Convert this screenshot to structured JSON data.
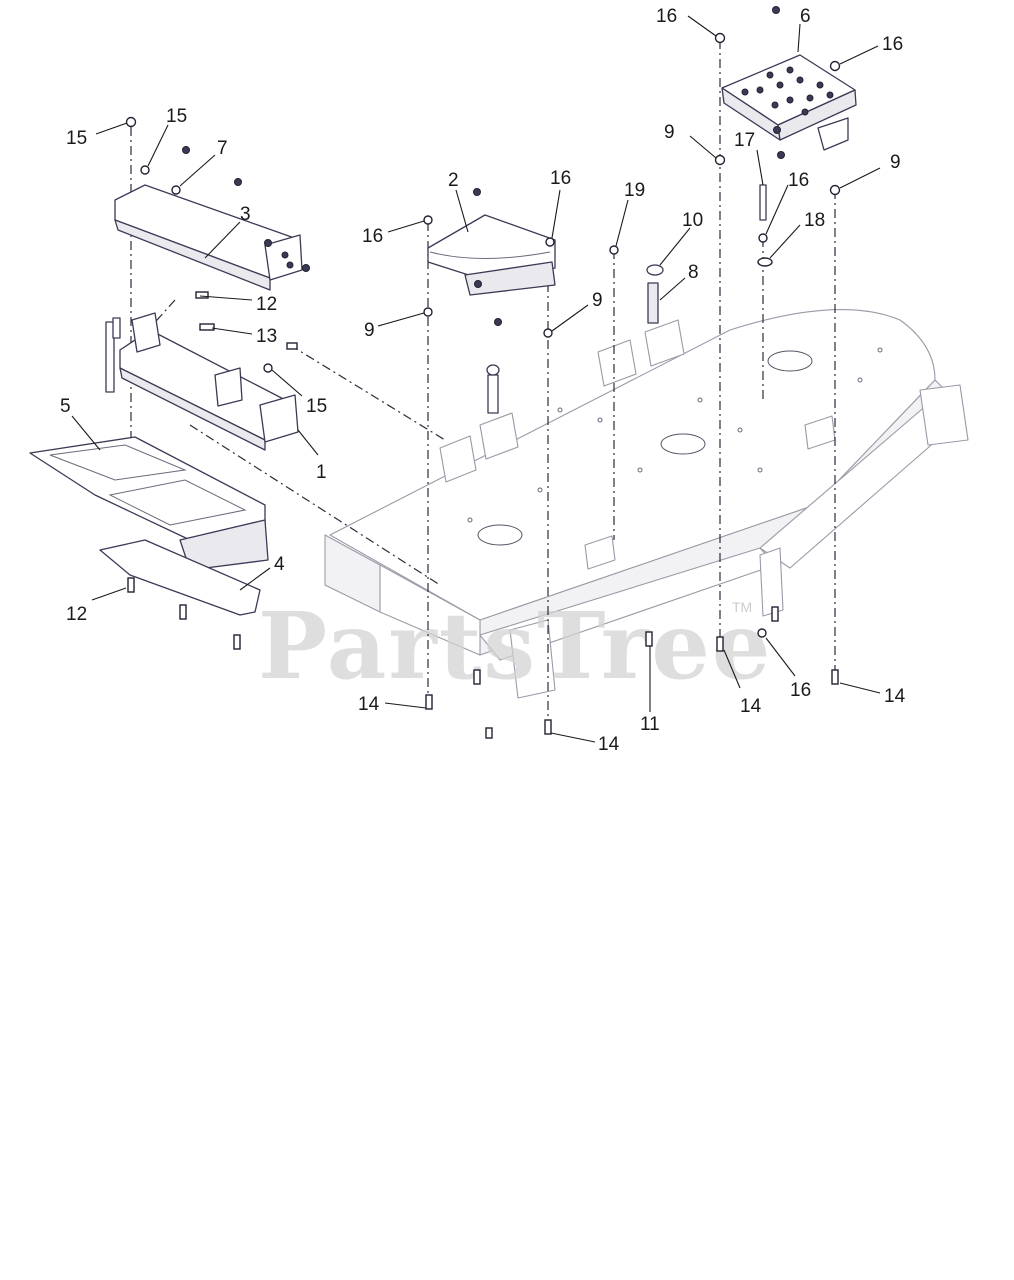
{
  "diagram": {
    "watermark": {
      "text": "PartsTree",
      "mark": "TM"
    },
    "callouts": [
      {
        "label": "16"
      },
      {
        "label": "6"
      },
      {
        "label": "16"
      },
      {
        "label": "15"
      },
      {
        "label": "15"
      },
      {
        "label": "7"
      },
      {
        "label": "9"
      },
      {
        "label": "17"
      },
      {
        "label": "9"
      },
      {
        "label": "2"
      },
      {
        "label": "16"
      },
      {
        "label": "16"
      },
      {
        "label": "3"
      },
      {
        "label": "19"
      },
      {
        "label": "16"
      },
      {
        "label": "10"
      },
      {
        "label": "18"
      },
      {
        "label": "8"
      },
      {
        "label": "12"
      },
      {
        "label": "9"
      },
      {
        "label": "9"
      },
      {
        "label": "13"
      },
      {
        "label": "5"
      },
      {
        "label": "15"
      },
      {
        "label": "1"
      },
      {
        "label": "4"
      },
      {
        "label": "12"
      },
      {
        "label": "11"
      },
      {
        "label": "16"
      },
      {
        "label": "14"
      },
      {
        "label": "14"
      },
      {
        "label": "14"
      },
      {
        "label": "14"
      }
    ]
  }
}
